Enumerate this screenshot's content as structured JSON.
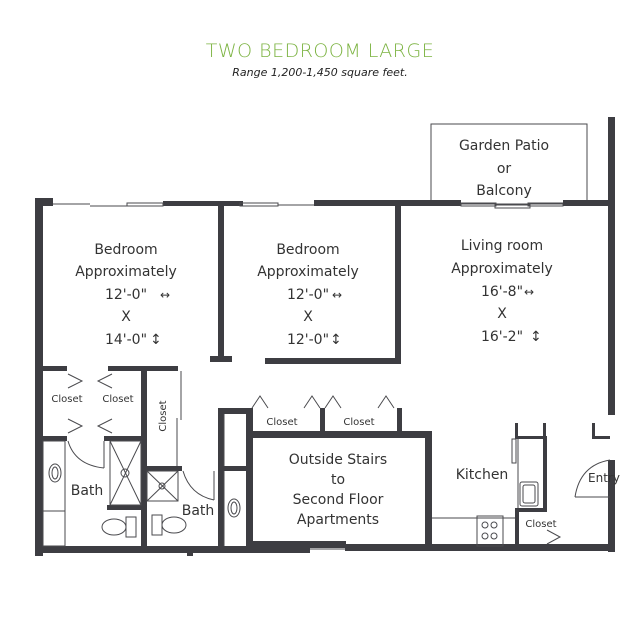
{
  "header": {
    "title": "TWO BEDROOM LARGE",
    "subtitle": "Range 1,200-1,450 square feet."
  },
  "colors": {
    "title": "#7cb342",
    "walls": "#3d3d42",
    "background": "#ffffff"
  },
  "rooms": {
    "patio": {
      "line1": "Garden Patio",
      "line2": "or",
      "line3": "Balcony"
    },
    "bedroom1": {
      "name": "Bedroom",
      "approx": "Approximately",
      "width": "12'-0\"",
      "x": "X",
      "length": "14'-0\""
    },
    "bedroom2": {
      "name": "Bedroom",
      "approx": "Approximately",
      "width": "12'-0\"",
      "x": "X",
      "length": "12'-0\""
    },
    "living": {
      "name": "Living room",
      "approx": "Approximately",
      "width": "16'-8\"",
      "x": "X",
      "length": "16'-2\""
    },
    "closets": {
      "c1": "Closet",
      "c2": "Closet",
      "c3": "Closet",
      "c4": "Closet",
      "c5": "Closet",
      "c6": "Closet"
    },
    "bath1": "Bath",
    "bath2": "Bath",
    "stairs": {
      "line1": "Outside Stairs",
      "line2": "to",
      "line3": "Second Floor",
      "line4": "Apartments"
    },
    "kitchen": "Kitchen",
    "entry": "Entry"
  },
  "icons": {
    "horizontal_arrow": "↔",
    "vertical_arrow": "↕"
  }
}
